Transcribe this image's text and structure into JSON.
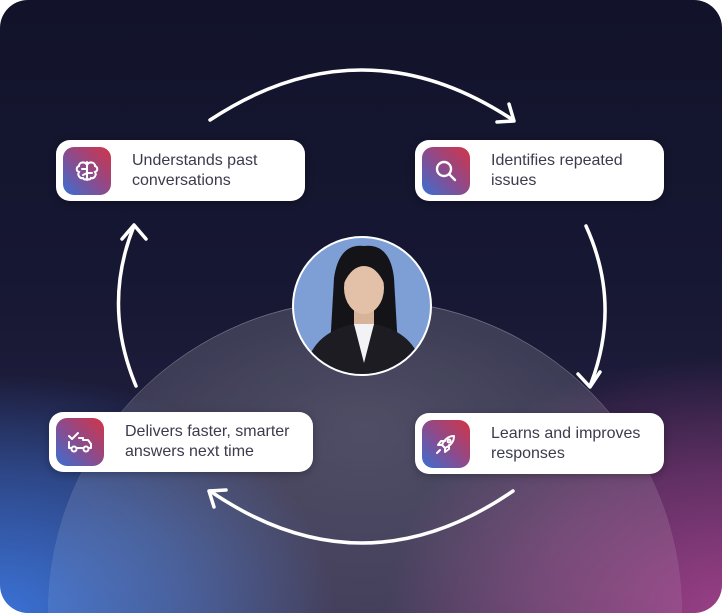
{
  "steps": [
    {
      "label_line1": "Understands past",
      "label_line2": "conversations",
      "icon": "brain-icon"
    },
    {
      "label_line1": "Identifies repeated",
      "label_line2": "issues",
      "icon": "search-icon"
    },
    {
      "label_line1": "Learns and improves",
      "label_line2": "responses",
      "icon": "rocket-icon"
    },
    {
      "label_line1": "Delivers faster, smarter",
      "label_line2": "answers next time",
      "icon": "delivery-truck-check-icon"
    }
  ],
  "colors": {
    "icon_gradient_start": "#d23447",
    "icon_gradient_end": "#3a6fd3",
    "background": "#12132a"
  }
}
